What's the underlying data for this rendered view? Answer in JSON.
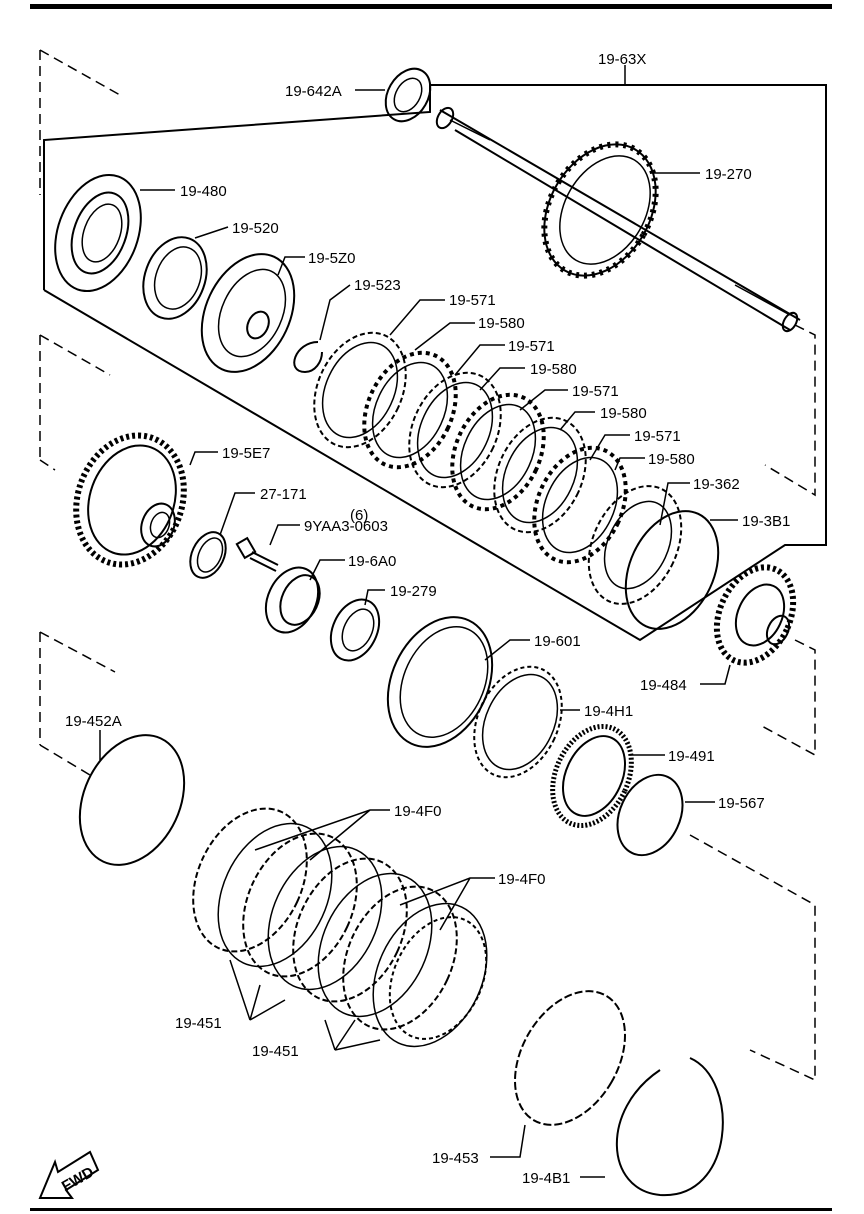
{
  "labels": {
    "l_19_63X": "19-63X",
    "l_19_642A": "19-642A",
    "l_19_270": "19-270",
    "l_19_480": "19-480",
    "l_19_520": "19-520",
    "l_19_5Z0": "19-5Z0",
    "l_19_523": "19-523",
    "l_19_571_a": "19-571",
    "l_19_580_a": "19-580",
    "l_19_571_b": "19-571",
    "l_19_580_b": "19-580",
    "l_19_571_c": "19-571",
    "l_19_580_c": "19-580",
    "l_19_571_d": "19-571",
    "l_19_580_d": "19-580",
    "l_19_362": "19-362",
    "l_19_3B1": "19-3B1",
    "l_19_5E7": "19-5E7",
    "l_27_171": "27-171",
    "l_qty_6": "(6)",
    "l_9YAA3": "9YAA3-0603",
    "l_19_6A0": "19-6A0",
    "l_19_279": "19-279",
    "l_19_601": "19-601",
    "l_19_484": "19-484",
    "l_19_4H1": "19-4H1",
    "l_19_491": "19-491",
    "l_19_567": "19-567",
    "l_19_452A": "19-452A",
    "l_19_4F0_a": "19-4F0",
    "l_19_4F0_b": "19-4F0",
    "l_19_451_a": "19-451",
    "l_19_451_b": "19-451",
    "l_19_453": "19-453",
    "l_19_4B1": "19-4B1",
    "fwd": "FWD"
  }
}
